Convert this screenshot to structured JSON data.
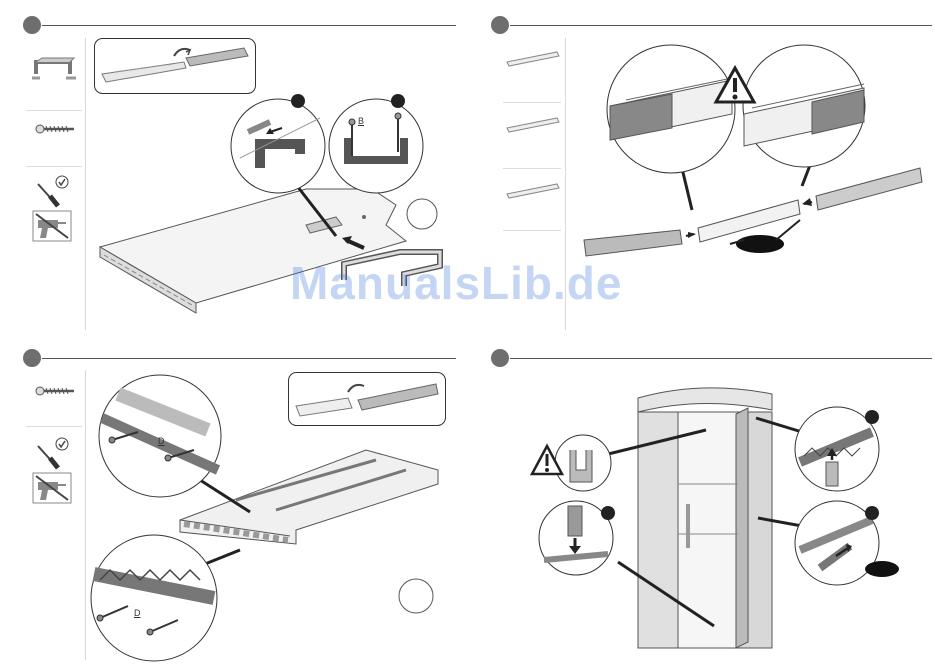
{
  "watermark": "ManualsLib.de",
  "panels": [
    {
      "labels": [
        "B"
      ]
    },
    {
      "labels": []
    },
    {
      "labels": [
        "D",
        "D"
      ]
    },
    {
      "labels": []
    }
  ],
  "colors": {
    "step_dot": "#6e6e6e",
    "watermark": "#2f6fd6",
    "line": "#555555"
  }
}
